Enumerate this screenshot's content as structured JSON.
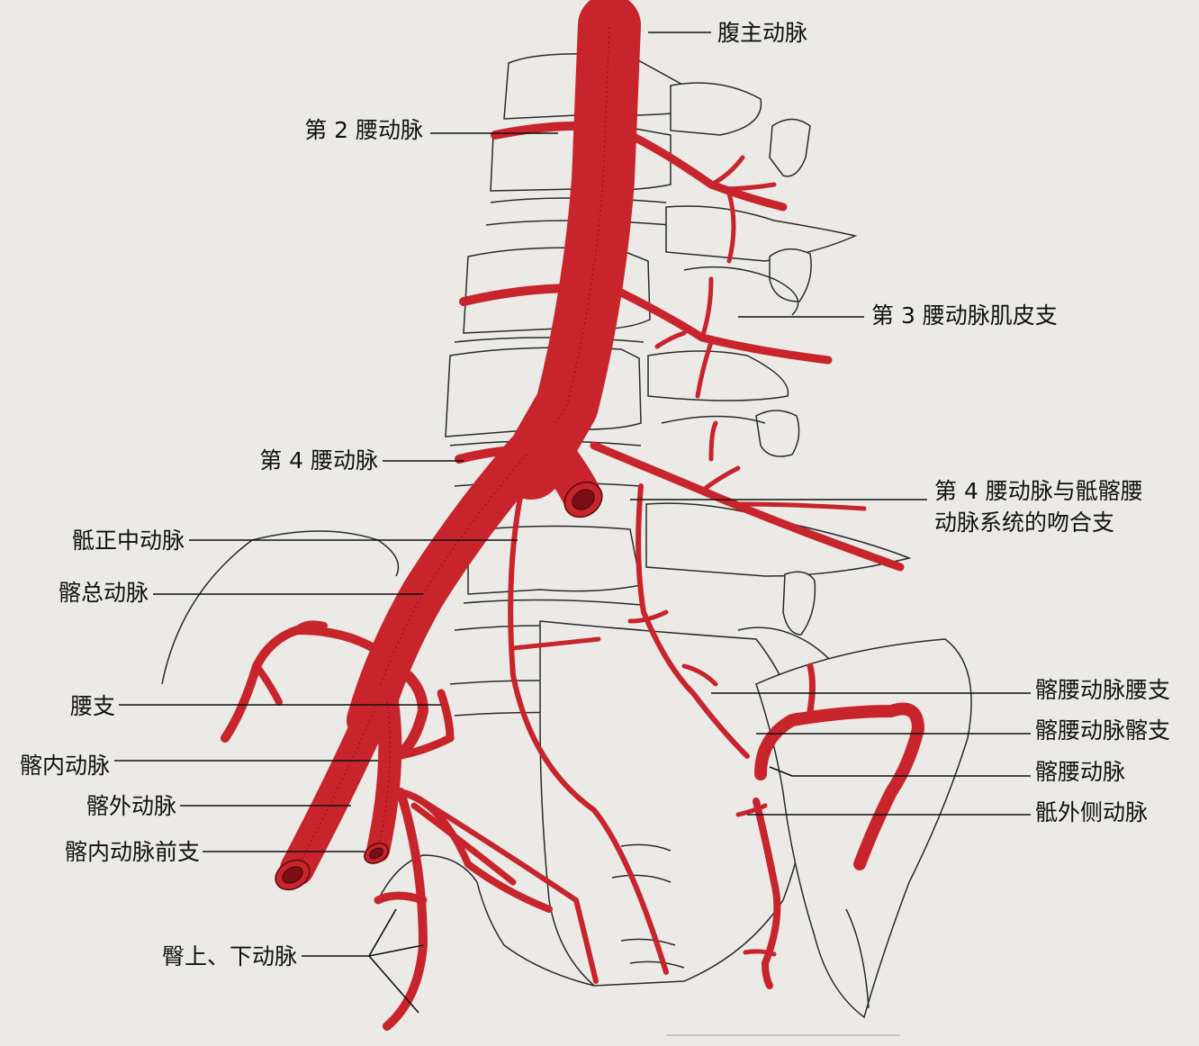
{
  "figure": {
    "background": "#ebeae7",
    "artery_color": "#c8242b",
    "line_color": "#111111"
  },
  "labels": {
    "abdominal_aorta": "腹主动脉",
    "lumbar_2": "第 2 腰动脉",
    "lumbar_3_branch": "第 3 腰动脉肌皮支",
    "lumbar_4": "第 4 腰动脉",
    "anastomosis_line1": "第 4 腰动脉与骶髂腰",
    "anastomosis_line2": "动脉系统的吻合支",
    "median_sacral": "骶正中动脉",
    "common_iliac": "髂总动脉",
    "lumbar_branch": "腰支",
    "internal_iliac": "髂内动脉",
    "external_iliac": "髂外动脉",
    "internal_iliac_anterior": "髂内动脉前支",
    "gluteal": "臀上、下动脉",
    "iliolumbar_lumbar": "髂腰动脉腰支",
    "iliolumbar_iliac": "髂腰动脉髂支",
    "iliolumbar": "髂腰动脉",
    "lateral_sacral": "骶外侧动脉"
  }
}
